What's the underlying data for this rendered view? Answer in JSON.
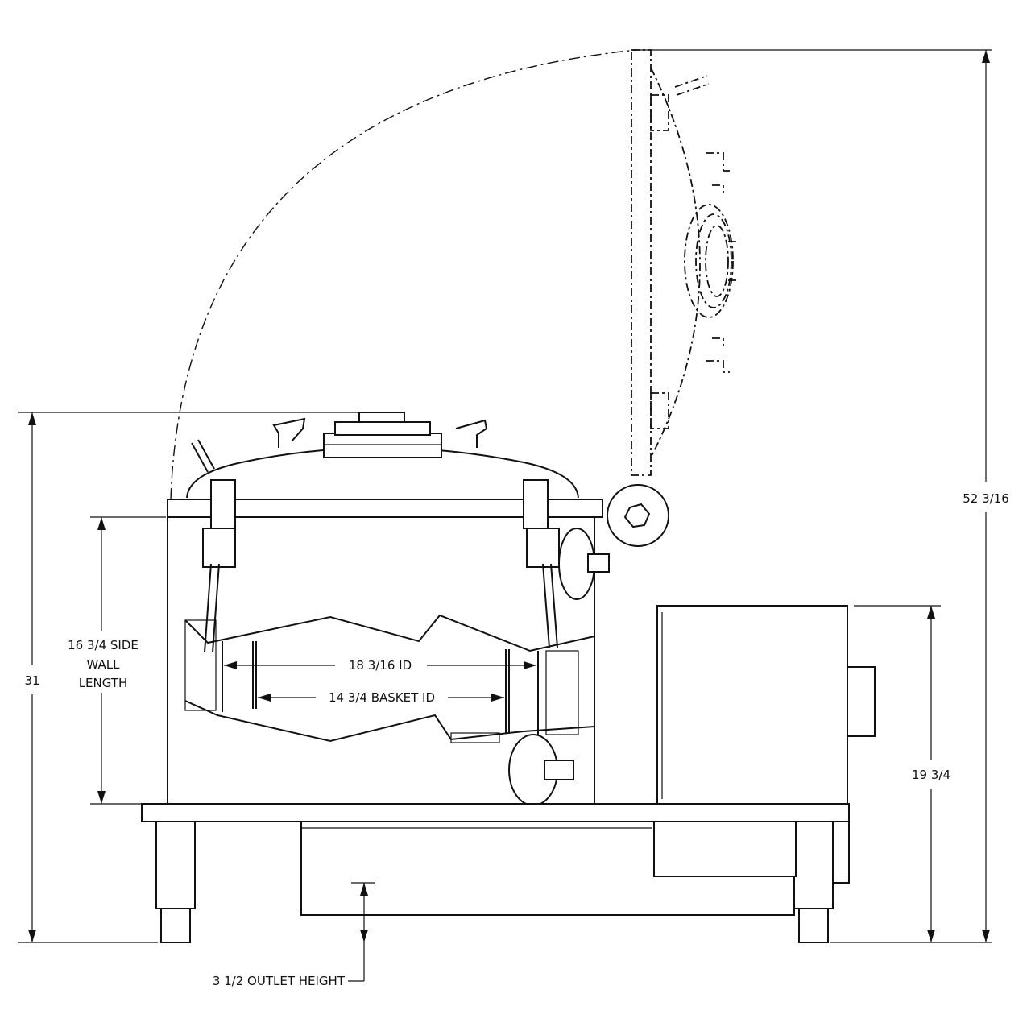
{
  "dimensions": {
    "overall_height": "52 3/16",
    "closed_height": "31",
    "side_wall": [
      "16 3/4 SIDE",
      "WALL",
      "LENGTH"
    ],
    "chamber_id": "18 3/16 ID",
    "basket_id": "14 3/4 BASKET ID",
    "motor_height": "19 3/4",
    "outlet_height": "3 1/2 OUTLET HEIGHT"
  }
}
